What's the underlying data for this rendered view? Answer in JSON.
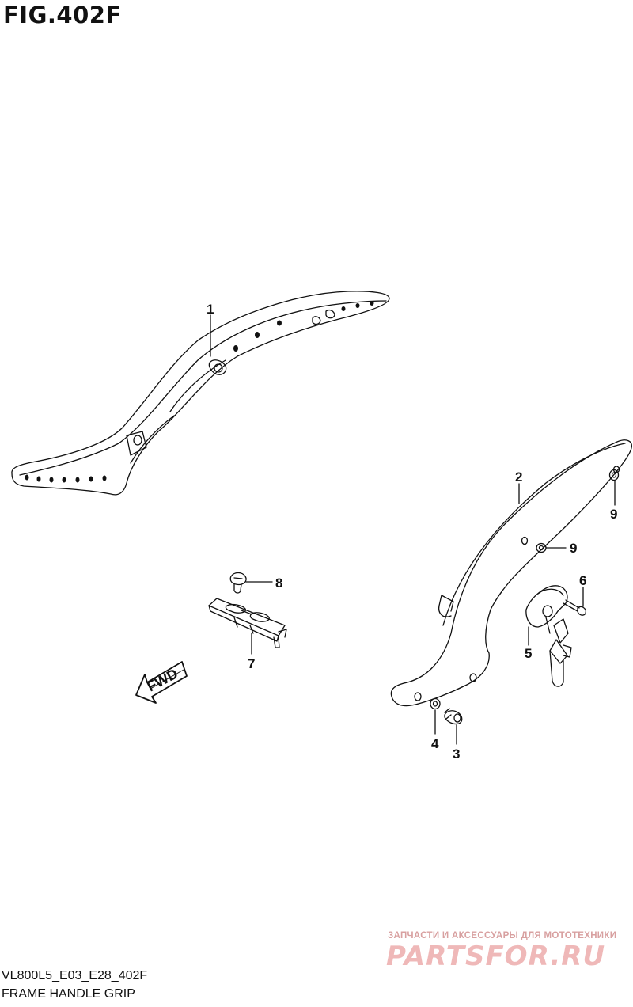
{
  "figure": {
    "title": "FIG.402F",
    "model_code": "VL800L5_E03_E28_402F",
    "description": "FRAME HANDLE GRIP"
  },
  "callouts": [
    {
      "id": "1",
      "label": "1"
    },
    {
      "id": "2",
      "label": "2"
    },
    {
      "id": "3",
      "label": "3"
    },
    {
      "id": "4",
      "label": "4"
    },
    {
      "id": "5",
      "label": "5"
    },
    {
      "id": "6",
      "label": "6"
    },
    {
      "id": "7",
      "label": "7"
    },
    {
      "id": "8",
      "label": "8"
    },
    {
      "id": "9a",
      "label": "9"
    },
    {
      "id": "9b",
      "label": "9"
    }
  ],
  "direction_arrow": {
    "label": "FWD"
  },
  "watermark": {
    "tagline": "ЗАПЧАСТИ И АКСЕССУАРЫ ДЛЯ МОТОТЕХНИКИ",
    "logo": "PARTSFOR.RU"
  },
  "colors": {
    "line": "#111111",
    "watermark": "#e8a8a8"
  }
}
